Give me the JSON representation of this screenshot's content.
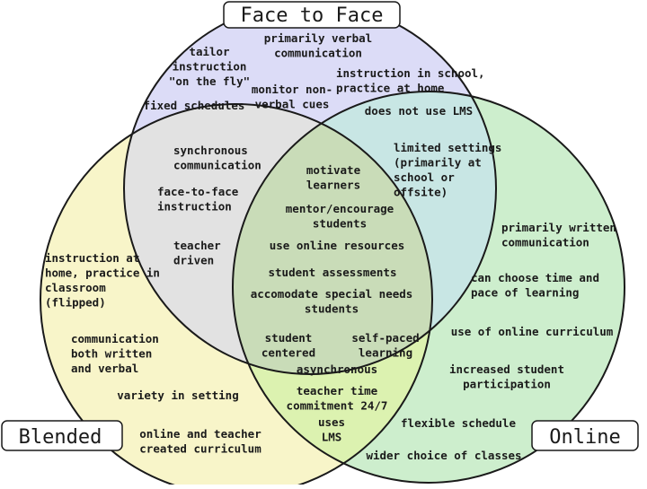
{
  "titles": {
    "face_to_face": "Face to Face",
    "blended": "Blended",
    "online": "Online"
  },
  "colors": {
    "face_to_face_fill": "#dcdcf7",
    "blended_fill": "#f8f5c9",
    "online_fill": "#cdeecd",
    "outline": "#1a1a1a",
    "label_box": "#ffffff"
  },
  "face_to_face_only": {
    "tailor": [
      "tailor",
      "instruction",
      "\"on the fly\""
    ],
    "verbal": [
      "primarily verbal",
      "communication"
    ],
    "instruction_school": [
      "instruction in school,",
      "practice at home"
    ],
    "monitor": [
      "monitor non-",
      "verbal cues"
    ],
    "fixed": [
      "fixed schedules"
    ],
    "no_lms": [
      "does not use LMS"
    ]
  },
  "face_blended": {
    "synchronous": [
      "synchronous",
      "communication"
    ],
    "face_instruction": [
      "face-to-face",
      "instruction"
    ],
    "teacher_driven": [
      "teacher",
      "driven"
    ]
  },
  "face_online": {
    "limited": [
      "limited settings",
      "(primarily at",
      "school or",
      "offsite)"
    ]
  },
  "center": {
    "motivate": [
      "motivate",
      "learners"
    ],
    "mentor": [
      "mentor/encourage",
      "students"
    ],
    "resources": [
      "use online resources"
    ],
    "assessments": [
      "student assessments"
    ],
    "special": [
      "accomodate special needs",
      "students"
    ]
  },
  "blended_only": {
    "home": [
      "instruction at",
      "home, practice in",
      "classroom",
      "(flipped)"
    ],
    "communication": [
      "communication",
      "both written",
      "and verbal"
    ],
    "variety": [
      "variety in setting"
    ],
    "curriculum": [
      "online and teacher",
      "created curriculum"
    ]
  },
  "blended_online": {
    "centered": [
      "student",
      "centered"
    ],
    "self_paced": [
      "self-paced",
      "learning"
    ],
    "async": [
      "asynchronous"
    ],
    "teacher_time": [
      "teacher time",
      "commitment 24/7"
    ],
    "uses_lms": [
      "uses",
      "LMS"
    ]
  },
  "online_only": {
    "written": [
      "primarily written",
      "communication"
    ],
    "choose": [
      "can choose time and",
      "pace of learning"
    ],
    "curriculum": [
      "use of online curriculum"
    ],
    "participation": [
      "increased student",
      "participation"
    ],
    "flexible": [
      "flexible schedule"
    ],
    "wider": [
      "wider choice of classes"
    ]
  }
}
